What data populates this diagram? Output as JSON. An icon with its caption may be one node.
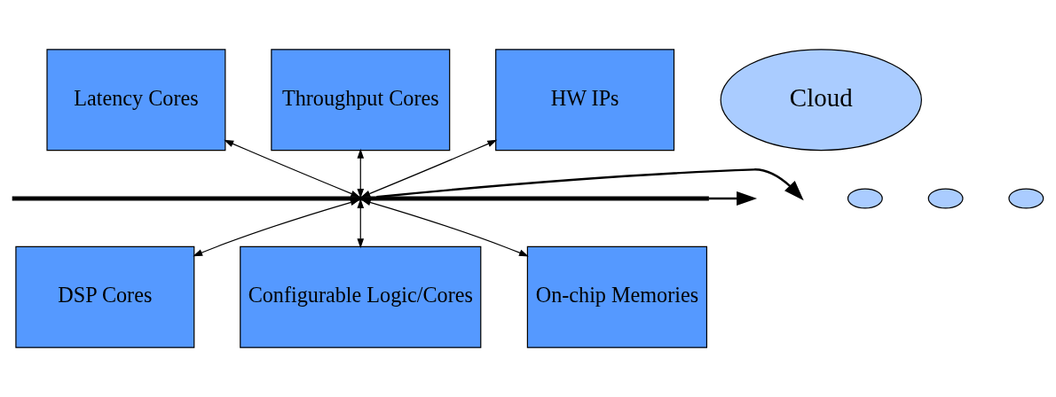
{
  "diagram": {
    "nodes": [
      {
        "text": [
          "Latency Cores"
        ]
      },
      {
        "text": [
          "Throughput Cores"
        ]
      },
      {
        "text": [
          "HW IPs"
        ]
      },
      {
        "text": [
          "Cloud"
        ]
      },
      {
        "text": [],
        "shape": "bar"
      },
      {
        "text": [
          "DSP Cores"
        ]
      },
      {
        "text": [
          "Configurable Logic/Cores"
        ]
      },
      {
        "text": [
          "On-chip Memories"
        ]
      },
      {
        "text": [],
        "shape": "cloud"
      },
      {
        "text": [],
        "shape": "cloud"
      },
      {
        "text": [],
        "shape": "cloud"
      }
    ],
    "edges": [
      {
        "from": 0,
        "to": 4,
        "arrow": "both"
      },
      {
        "from": 1,
        "to": 4,
        "arrow": "both"
      },
      {
        "from": 2,
        "to": 4,
        "arrow": "both"
      },
      {
        "from": 4,
        "to": 5,
        "arrow": "both"
      },
      {
        "from": 4,
        "to": 6,
        "arrow": "both"
      },
      {
        "from": 4,
        "to": 7,
        "arrow": "both"
      },
      {
        "from": 4,
        "to": null,
        "arrow": "to"
      },
      {
        "from": 4,
        "to": null,
        "arrow": "to"
      }
    ]
  }
}
